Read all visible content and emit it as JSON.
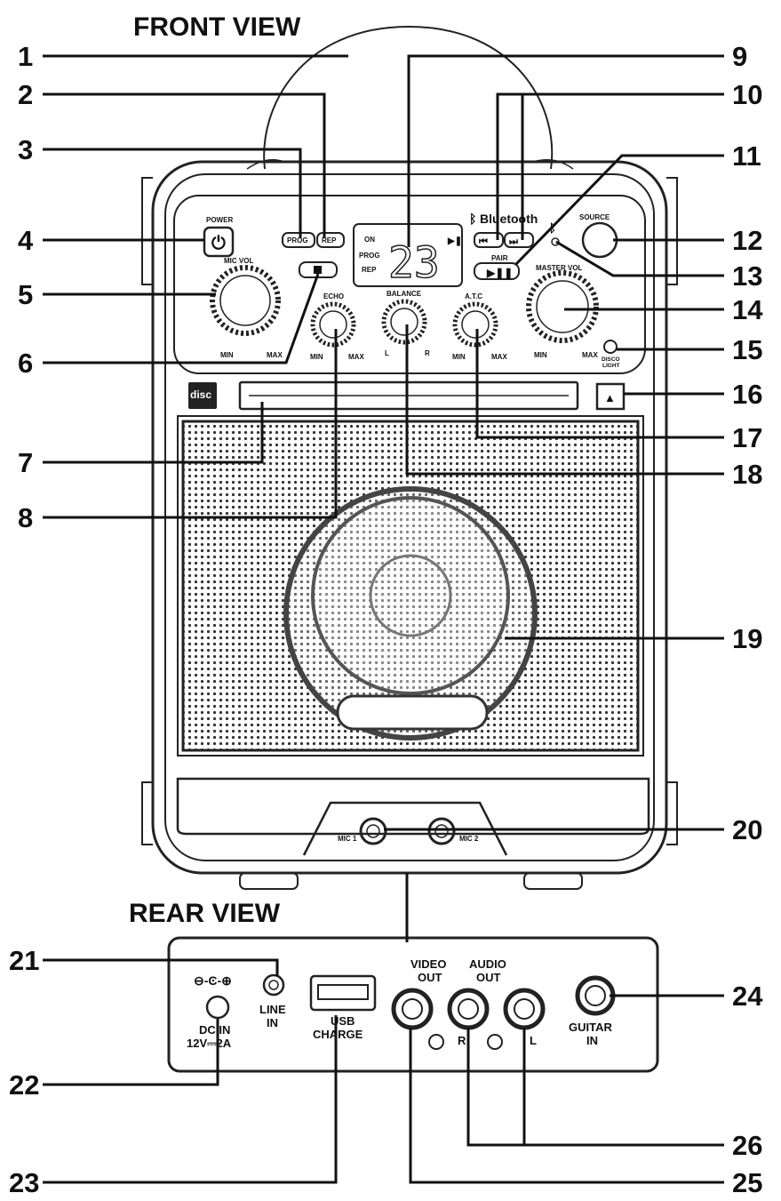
{
  "headings": {
    "front": "FRONT VIEW",
    "rear": "REAR VIEW"
  },
  "callouts": [
    "1",
    "2",
    "3",
    "4",
    "5",
    "6",
    "7",
    "8",
    "9",
    "10",
    "11",
    "12",
    "13",
    "14",
    "15",
    "16",
    "17",
    "18",
    "19",
    "20",
    "21",
    "22",
    "23",
    "24",
    "25",
    "26"
  ],
  "front_labels": {
    "power": "POWER",
    "prog": "PROG",
    "rep": "REP",
    "mic_vol": "MIC VOL",
    "echo": "ECHO",
    "balance": "BALANCE",
    "atc": "A.T.C",
    "master_vol": "MASTER VOL",
    "source": "SOURCE",
    "pair": "PAIR",
    "bluetooth": "Bluetooth",
    "disc": "disc",
    "display_on": "ON",
    "display_prog": "PROG",
    "display_rep": "REP",
    "display_digits": "23",
    "min": "MIN",
    "max": "MAX",
    "l": "L",
    "r": "R",
    "disco_light_1": "DISCO",
    "disco_light_2": "LIGHT",
    "mic1": "MIC 1",
    "mic2": "MIC 2"
  },
  "rear_labels": {
    "dc_in_1": "DC IN",
    "dc_in_2": "12V⎓2A",
    "line_in_1": "LINE",
    "line_in_2": "IN",
    "usb_1": "USB",
    "usb_2": "CHARGE",
    "video_out_1": "VIDEO",
    "video_out_2": "OUT",
    "audio_out_1": "AUDIO",
    "audio_out_2": "OUT",
    "r": "R",
    "l": "L",
    "guitar_in_1": "GUITAR",
    "guitar_in_2": "IN"
  }
}
